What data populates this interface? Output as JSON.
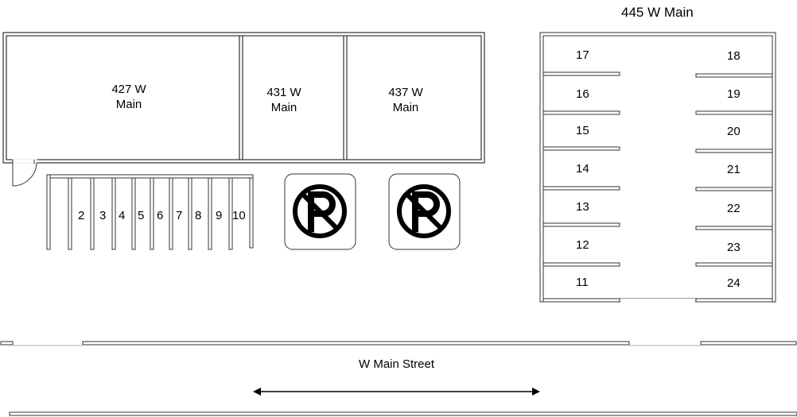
{
  "site": {
    "title": "445 W Main"
  },
  "buildings": [
    {
      "label": "427 W\nMain"
    },
    {
      "label": "431 W\nMain"
    },
    {
      "label": "437 W\nMain"
    }
  ],
  "small_lot": {
    "stalls": [
      "2",
      "3",
      "4",
      "5",
      "6",
      "7",
      "8",
      "9",
      "10"
    ]
  },
  "no_parking_signs": [
    {
      "icon": "no-parking-icon"
    },
    {
      "icon": "no-parking-icon"
    }
  ],
  "main_lot": {
    "left_stalls": [
      "17",
      "16",
      "15",
      "14",
      "13",
      "12",
      "11"
    ],
    "right_stalls": [
      "18",
      "19",
      "20",
      "21",
      "22",
      "23",
      "24"
    ]
  },
  "street": {
    "name": "W Main Street",
    "direction": "two-way"
  }
}
